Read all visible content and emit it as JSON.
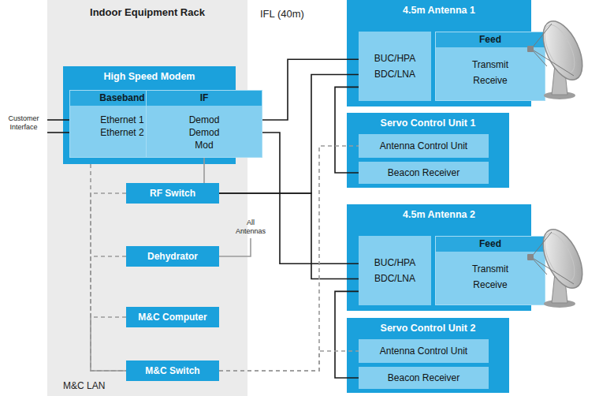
{
  "diagram": {
    "nodes": [
      {
        "text": [
          "Indoor Equipment Rack"
        ]
      },
      {
        "text": [
          "High Speed Modem"
        ],
        "in": 0
      },
      {
        "text": [
          "Baseband",
          "Ethernet 1",
          "Ethernet 2"
        ],
        "in": 1
      },
      {
        "text": [
          "IF",
          "Demod",
          "Demod",
          "Mod"
        ],
        "in": 1
      },
      {
        "text": [
          "RF Switch"
        ],
        "in": 0
      },
      {
        "text": [
          "Dehydrator"
        ],
        "in": 0
      },
      {
        "text": [
          "M&C Computer"
        ],
        "in": 0
      },
      {
        "text": [
          "M&C Switch"
        ],
        "in": 0
      },
      {
        "text": [
          "4.5m Antenna 1"
        ]
      },
      {
        "text": [
          "BUC/HPA",
          "BDC/LNA"
        ],
        "in": 8
      },
      {
        "text": [
          "Feed",
          "Transmit",
          "Receive"
        ],
        "in": 8
      },
      {
        "text": [
          "Servo Control Unit 1"
        ]
      },
      {
        "text": [
          "Antenna Control Unit"
        ],
        "in": 11
      },
      {
        "text": [
          "Beacon Receiver"
        ],
        "in": 11
      },
      {
        "text": [
          "4.5m Antenna 2"
        ]
      },
      {
        "text": [
          "BUC/HPA",
          "BDC/LNA"
        ],
        "in": 14
      },
      {
        "text": [
          "Feed",
          "Transmit",
          "Receive"
        ],
        "in": 14
      },
      {
        "text": [
          "Servo Control Unit 2"
        ]
      },
      {
        "text": [
          "Antenna Control Unit"
        ],
        "in": 17
      },
      {
        "text": [
          "Beacon Receiver"
        ],
        "in": 17
      }
    ],
    "edges": [
      {
        "from": 3,
        "to": 9,
        "arrow": "none"
      },
      {
        "from": 3,
        "to": 15,
        "arrow": "none"
      },
      {
        "from": 4,
        "to": 9,
        "arrow": "none"
      },
      {
        "from": 4,
        "to": 15,
        "arrow": "none"
      },
      {
        "from": 3,
        "to": 4,
        "arrow": "none"
      },
      {
        "from": 9,
        "to": 13,
        "arrow": "none"
      },
      {
        "from": 15,
        "to": 19,
        "arrow": "none"
      },
      {
        "from": 1,
        "to": 7,
        "arrow": "none"
      },
      {
        "from": 4,
        "to": 7,
        "arrow": "none"
      },
      {
        "from": 5,
        "to": 7,
        "arrow": "none"
      },
      {
        "from": 6,
        "to": 7,
        "arrow": "none"
      },
      {
        "from": 7,
        "to": 12,
        "arrow": "none"
      },
      {
        "from": 7,
        "to": 18,
        "arrow": "none"
      }
    ],
    "labels": [
      "IFL (40m)",
      "Customer Interface",
      "All Antennas",
      "M&C LAN"
    ]
  }
}
